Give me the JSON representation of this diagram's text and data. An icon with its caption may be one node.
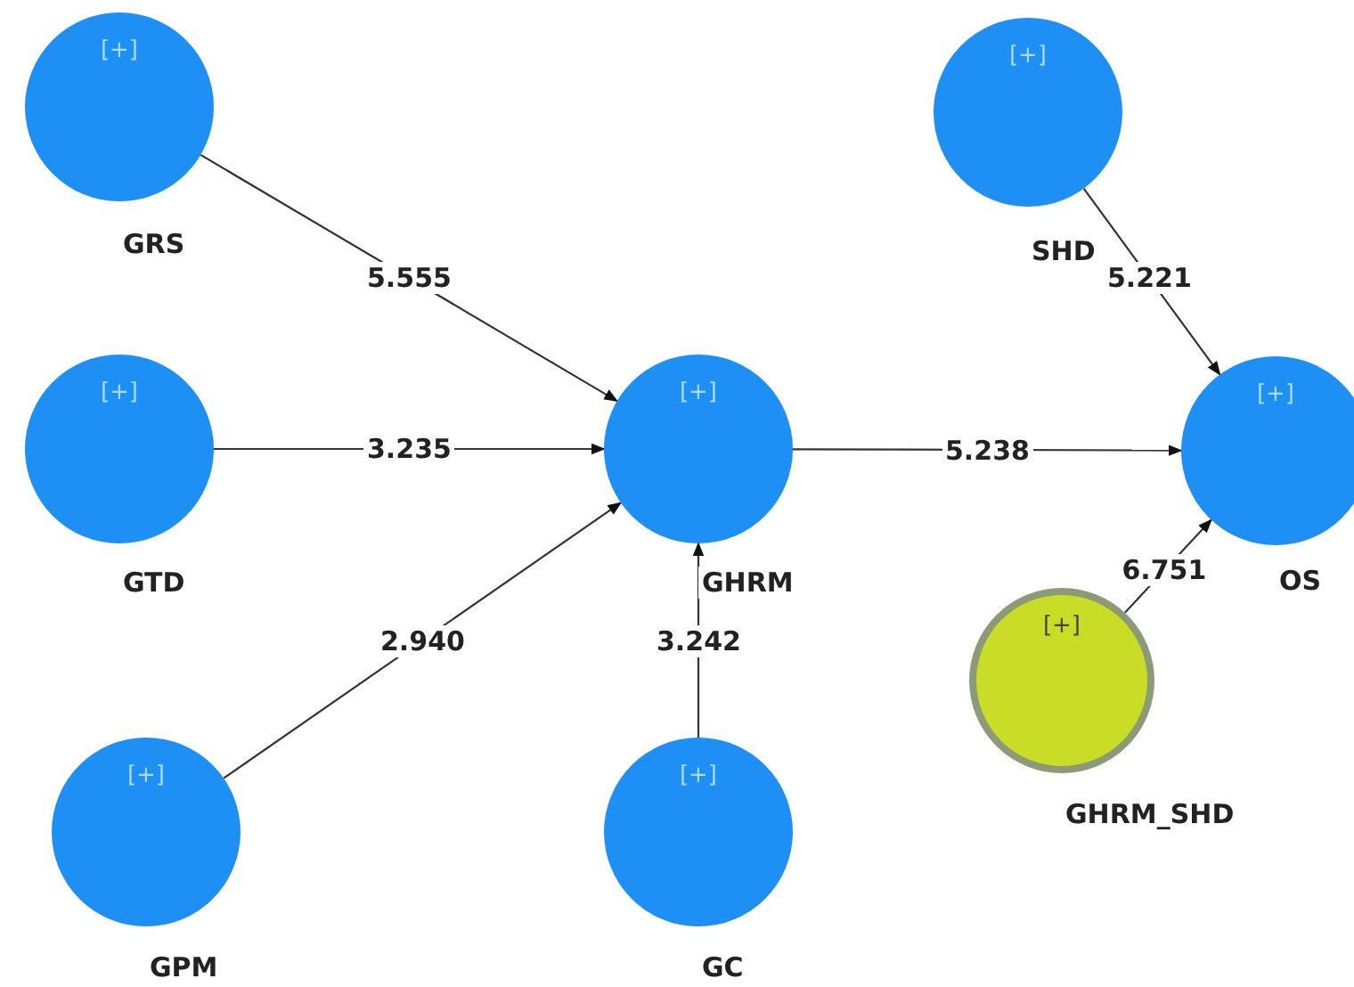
{
  "diagram": {
    "nodes": [
      {
        "text": [
          "[+]",
          "GRS"
        ]
      },
      {
        "text": [
          "[+]",
          "GTD"
        ]
      },
      {
        "text": [
          "[+]",
          "GPM"
        ]
      },
      {
        "text": [
          "[+]",
          "GHRM"
        ]
      },
      {
        "text": [
          "[+]",
          "GC"
        ]
      },
      {
        "text": [
          "[+]",
          "SHD"
        ]
      },
      {
        "text": [
          "[+]",
          "OS"
        ]
      },
      {
        "text": [
          "[+]",
          "GHRM_SHD"
        ]
      }
    ],
    "edges": [
      {
        "from": 0,
        "to": 3,
        "arrow": "to",
        "label": "5.555"
      },
      {
        "from": 1,
        "to": 3,
        "arrow": "to",
        "label": "3.235"
      },
      {
        "from": 2,
        "to": 3,
        "arrow": "to",
        "label": "2.940"
      },
      {
        "from": 4,
        "to": 3,
        "arrow": "to",
        "label": "3.242"
      },
      {
        "from": 3,
        "to": 6,
        "arrow": "to",
        "label": "5.238"
      },
      {
        "from": 5,
        "to": 6,
        "arrow": "to",
        "label": "5.221"
      },
      {
        "from": 7,
        "to": 6,
        "arrow": "to",
        "label": "6.751"
      }
    ]
  }
}
